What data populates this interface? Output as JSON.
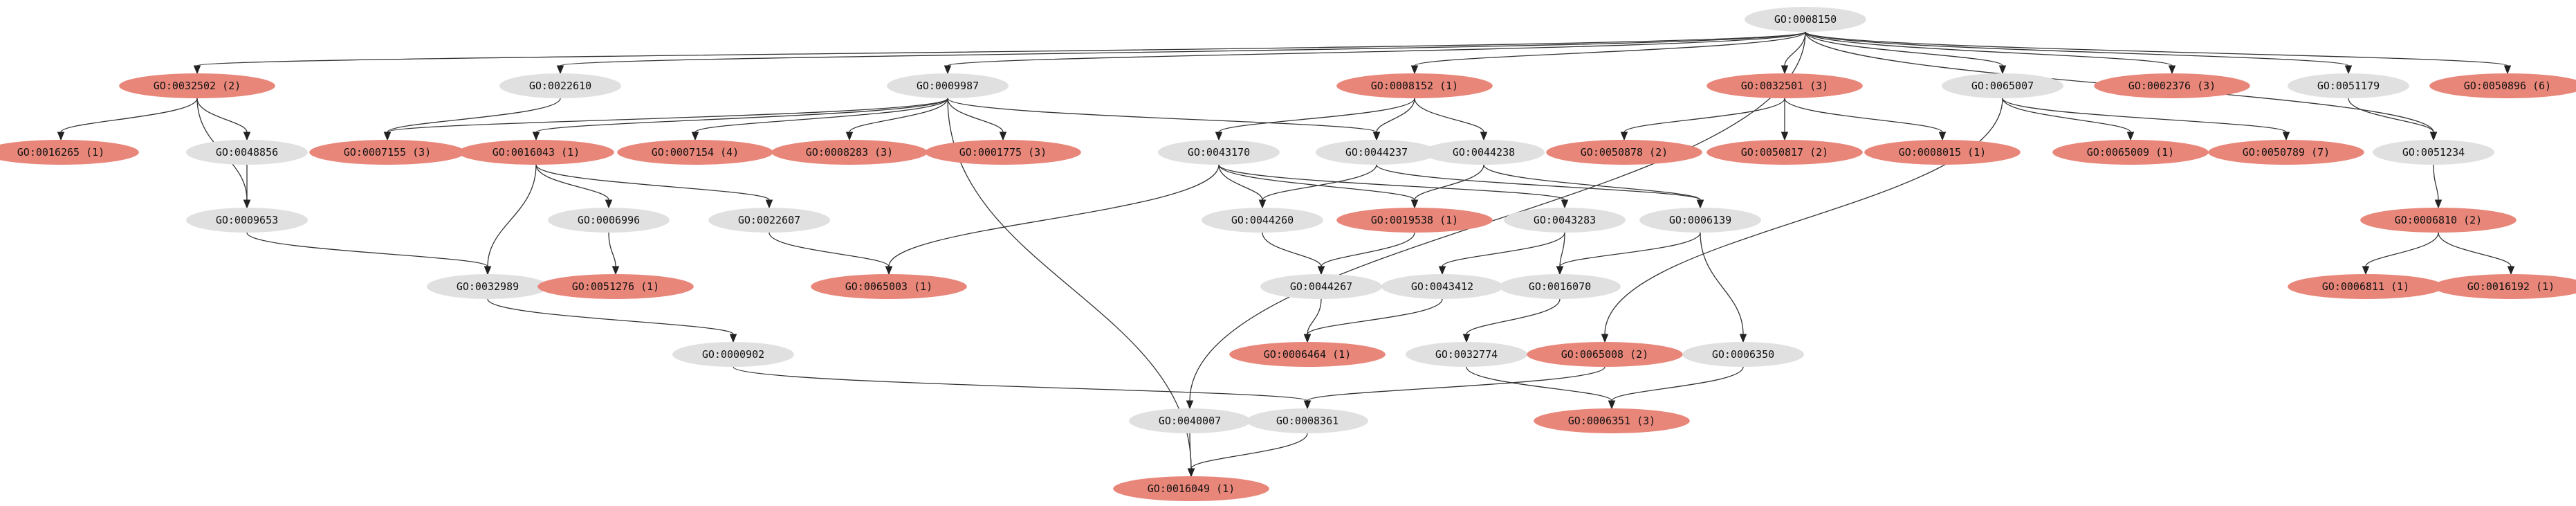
{
  "colors": {
    "highlighted": "#e8867a",
    "normal": "#e0e0e0",
    "edge": "#333333",
    "text": "#111111"
  },
  "nodes": [
    {
      "id": "GO:0008150",
      "label": "GO:0008150",
      "highlight": false
    },
    {
      "id": "GO:0032502",
      "label": "GO:0032502 (2)",
      "highlight": true
    },
    {
      "id": "GO:0022610",
      "label": "GO:0022610",
      "highlight": false
    },
    {
      "id": "GO:0009987",
      "label": "GO:0009987",
      "highlight": false
    },
    {
      "id": "GO:0008152",
      "label": "GO:0008152 (1)",
      "highlight": true
    },
    {
      "id": "GO:0032501",
      "label": "GO:0032501 (3)",
      "highlight": true
    },
    {
      "id": "GO:0065007",
      "label": "GO:0065007",
      "highlight": false
    },
    {
      "id": "GO:0002376",
      "label": "GO:0002376 (3)",
      "highlight": true
    },
    {
      "id": "GO:0051179",
      "label": "GO:0051179",
      "highlight": false
    },
    {
      "id": "GO:0050896",
      "label": "GO:0050896 (6)",
      "highlight": true
    },
    {
      "id": "GO:0016265",
      "label": "GO:0016265 (1)",
      "highlight": true
    },
    {
      "id": "GO:0048856",
      "label": "GO:0048856",
      "highlight": false
    },
    {
      "id": "GO:0007155",
      "label": "GO:0007155 (3)",
      "highlight": true
    },
    {
      "id": "GO:0016043",
      "label": "GO:0016043 (1)",
      "highlight": true
    },
    {
      "id": "GO:0007154",
      "label": "GO:0007154 (4)",
      "highlight": true
    },
    {
      "id": "GO:0008283",
      "label": "GO:0008283 (3)",
      "highlight": true
    },
    {
      "id": "GO:0001775",
      "label": "GO:0001775 (3)",
      "highlight": true
    },
    {
      "id": "GO:0043170",
      "label": "GO:0043170",
      "highlight": false
    },
    {
      "id": "GO:0044237",
      "label": "GO:0044237",
      "highlight": false
    },
    {
      "id": "GO:0044238",
      "label": "GO:0044238",
      "highlight": false
    },
    {
      "id": "GO:0050878",
      "label": "GO:0050878 (2)",
      "highlight": true
    },
    {
      "id": "GO:0050817",
      "label": "GO:0050817 (2)",
      "highlight": true
    },
    {
      "id": "GO:0008015",
      "label": "GO:0008015 (1)",
      "highlight": true
    },
    {
      "id": "GO:0065009",
      "label": "GO:0065009 (1)",
      "highlight": true
    },
    {
      "id": "GO:0050789",
      "label": "GO:0050789 (7)",
      "highlight": true
    },
    {
      "id": "GO:0051234",
      "label": "GO:0051234",
      "highlight": false
    },
    {
      "id": "GO:0009653",
      "label": "GO:0009653",
      "highlight": false
    },
    {
      "id": "GO:0006996",
      "label": "GO:0006996",
      "highlight": false
    },
    {
      "id": "GO:0022607",
      "label": "GO:0022607",
      "highlight": false
    },
    {
      "id": "GO:0044260",
      "label": "GO:0044260",
      "highlight": false
    },
    {
      "id": "GO:0019538",
      "label": "GO:0019538 (1)",
      "highlight": true
    },
    {
      "id": "GO:0043283",
      "label": "GO:0043283",
      "highlight": false
    },
    {
      "id": "GO:0006139",
      "label": "GO:0006139",
      "highlight": false
    },
    {
      "id": "GO:0006810",
      "label": "GO:0006810 (2)",
      "highlight": true
    },
    {
      "id": "GO:0032989",
      "label": "GO:0032989",
      "highlight": false
    },
    {
      "id": "GO:0051276",
      "label": "GO:0051276 (1)",
      "highlight": true
    },
    {
      "id": "GO:0065003",
      "label": "GO:0065003 (1)",
      "highlight": true
    },
    {
      "id": "GO:0044267",
      "label": "GO:0044267",
      "highlight": false
    },
    {
      "id": "GO:0043412",
      "label": "GO:0043412",
      "highlight": false
    },
    {
      "id": "GO:0016070",
      "label": "GO:0016070",
      "highlight": false
    },
    {
      "id": "GO:0006811",
      "label": "GO:0006811 (1)",
      "highlight": true
    },
    {
      "id": "GO:0016192",
      "label": "GO:0016192 (1)",
      "highlight": true
    },
    {
      "id": "GO:0000902",
      "label": "GO:0000902",
      "highlight": false
    },
    {
      "id": "GO:0006464",
      "label": "GO:0006464 (1)",
      "highlight": true
    },
    {
      "id": "GO:0032774",
      "label": "GO:0032774",
      "highlight": false
    },
    {
      "id": "GO:0065008",
      "label": "GO:0065008 (2)",
      "highlight": true
    },
    {
      "id": "GO:0006350",
      "label": "GO:0006350",
      "highlight": false
    },
    {
      "id": "GO:0040007",
      "label": "GO:0040007",
      "highlight": false
    },
    {
      "id": "GO:0008361",
      "label": "GO:0008361",
      "highlight": false
    },
    {
      "id": "GO:0006351",
      "label": "GO:0006351 (3)",
      "highlight": true
    },
    {
      "id": "GO:0016049",
      "label": "GO:0016049 (1)",
      "highlight": true
    }
  ],
  "edges": [
    [
      "GO:0008150",
      "GO:0032502"
    ],
    [
      "GO:0008150",
      "GO:0022610"
    ],
    [
      "GO:0008150",
      "GO:0009987"
    ],
    [
      "GO:0008150",
      "GO:0008152"
    ],
    [
      "GO:0008150",
      "GO:0032501"
    ],
    [
      "GO:0008150",
      "GO:0065007"
    ],
    [
      "GO:0008150",
      "GO:0002376"
    ],
    [
      "GO:0008150",
      "GO:0051179"
    ],
    [
      "GO:0008150",
      "GO:0050896"
    ],
    [
      "GO:0008150",
      "GO:0040007"
    ],
    [
      "GO:0008150",
      "GO:0051234"
    ],
    [
      "GO:0032502",
      "GO:0016265"
    ],
    [
      "GO:0032502",
      "GO:0048856"
    ],
    [
      "GO:0032502",
      "GO:0009653"
    ],
    [
      "GO:0048856",
      "GO:0009653"
    ],
    [
      "GO:0022610",
      "GO:0007155"
    ],
    [
      "GO:0009987",
      "GO:0007155"
    ],
    [
      "GO:0009987",
      "GO:0016043"
    ],
    [
      "GO:0009987",
      "GO:0007154"
    ],
    [
      "GO:0009987",
      "GO:0008283"
    ],
    [
      "GO:0009987",
      "GO:0001775"
    ],
    [
      "GO:0009987",
      "GO:0044237"
    ],
    [
      "GO:0009987",
      "GO:0016049"
    ],
    [
      "GO:0008152",
      "GO:0043170"
    ],
    [
      "GO:0008152",
      "GO:0044237"
    ],
    [
      "GO:0008152",
      "GO:0044238"
    ],
    [
      "GO:0032501",
      "GO:0050878"
    ],
    [
      "GO:0032501",
      "GO:0050817"
    ],
    [
      "GO:0032501",
      "GO:0008015"
    ],
    [
      "GO:0065007",
      "GO:0065009"
    ],
    [
      "GO:0065007",
      "GO:0050789"
    ],
    [
      "GO:0065007",
      "GO:0065008"
    ],
    [
      "GO:0051179",
      "GO:0051234"
    ],
    [
      "GO:0016043",
      "GO:0006996"
    ],
    [
      "GO:0016043",
      "GO:0022607"
    ],
    [
      "GO:0016043",
      "GO:0032989"
    ],
    [
      "GO:0043170",
      "GO:0044260"
    ],
    [
      "GO:0043170",
      "GO:0019538"
    ],
    [
      "GO:0043170",
      "GO:0043283"
    ],
    [
      "GO:0043170",
      "GO:0065003"
    ],
    [
      "GO:0044237",
      "GO:0044260"
    ],
    [
      "GO:0044238",
      "GO:0019538"
    ],
    [
      "GO:0044238",
      "GO:0006139"
    ],
    [
      "GO:0044237",
      "GO:0006139"
    ],
    [
      "GO:0051234",
      "GO:0006810"
    ],
    [
      "GO:0009653",
      "GO:0032989"
    ],
    [
      "GO:0006996",
      "GO:0051276"
    ],
    [
      "GO:0022607",
      "GO:0065003"
    ],
    [
      "GO:0044260",
      "GO:0044267"
    ],
    [
      "GO:0019538",
      "GO:0044267"
    ],
    [
      "GO:0043283",
      "GO:0043412"
    ],
    [
      "GO:0043283",
      "GO:0016070"
    ],
    [
      "GO:0006139",
      "GO:0016070"
    ],
    [
      "GO:0006139",
      "GO:0006350"
    ],
    [
      "GO:0006810",
      "GO:0006811"
    ],
    [
      "GO:0006810",
      "GO:0016192"
    ],
    [
      "GO:0032989",
      "GO:0000902"
    ],
    [
      "GO:0044267",
      "GO:0006464"
    ],
    [
      "GO:0043412",
      "GO:0006464"
    ],
    [
      "GO:0016070",
      "GO:0032774"
    ],
    [
      "GO:0032774",
      "GO:0006351"
    ],
    [
      "GO:0006350",
      "GO:0006351"
    ],
    [
      "GO:0000902",
      "GO:0008361"
    ],
    [
      "GO:0065008",
      "GO:0008361"
    ],
    [
      "GO:0040007",
      "GO:0016049"
    ],
    [
      "GO:0008361",
      "GO:0016049"
    ]
  ]
}
